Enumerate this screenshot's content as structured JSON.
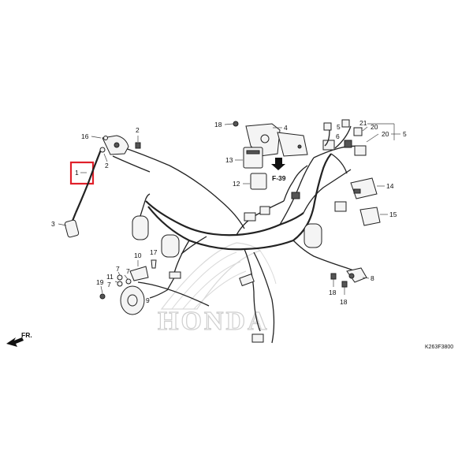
{
  "diagram": {
    "part_labels": {
      "p1": "1",
      "p2a": "2",
      "p2b": "2",
      "p3": "3",
      "p4": "4",
      "p5a": "5",
      "p5b": "5",
      "p6": "6",
      "p7a": "7",
      "p7b": "7",
      "p8": "8",
      "p9": "9",
      "p10": "10",
      "p11": "11",
      "p12": "12",
      "p13": "13",
      "p14": "14",
      "p15": "15",
      "p16": "16",
      "p17": "17",
      "p18a": "18",
      "p18b": "18",
      "p18c": "18",
      "p19": "19",
      "p20a": "20",
      "p20b": "20",
      "p21": "21"
    },
    "ref_label": "F-39",
    "front_label": "FR.",
    "watermark": "HONDA",
    "code": "K263F3800",
    "highlight_color": "#e0202a"
  }
}
